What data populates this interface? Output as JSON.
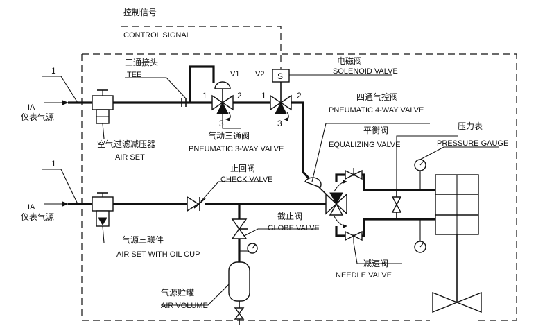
{
  "labels": {
    "control_signal_cn": "控制信号",
    "control_signal_en": "CONTROL SIGNAL",
    "line_num_top": "1",
    "line_num_bottom": "1",
    "ia_top": "IA",
    "ia_top_cn": "仪表气源",
    "ia_bottom": "IA",
    "ia_bottom_cn": "仪表气源",
    "tee_cn": "三通接头",
    "tee_en": "TEE",
    "v1": "V1",
    "v2": "V2",
    "solenoid_symbol": "S",
    "solenoid_cn": "电磁阀",
    "solenoid_en": "SOLENOID VALVE",
    "port1_a": "1",
    "port2_a": "2",
    "port3_a": "3",
    "port1_b": "1",
    "port2_b": "2",
    "port3_b": "3",
    "p3way_cn": "气动三通阀",
    "p3way_en": "PNEUMATIC 3-WAY VALVE",
    "air_set_cn": "空气过滤减压器",
    "air_set_en": "AIR SET",
    "p4way_cn": "四通气控阀",
    "p4way_en": "PNEUMATIC 4-WAY VALVE",
    "equalizing_cn": "平衡阀",
    "equalizing_en": "EQUALIZING VALVE",
    "pressure_cn": "压力表",
    "pressure_en": "PRESSURE GAUGE",
    "check_cn": "止回阀",
    "check_en": "CHECK VALVE",
    "globe_cn": "截止阀",
    "globe_en": "GLOBE VALVE",
    "oilcup_cn": "气源三联件",
    "oilcup_en": "AIR SET WITH OIL CUP",
    "needle_cn": "减速阀",
    "needle_en": "NEEDLE VALVE",
    "volume_cn": "气源贮罐",
    "volume_en": "AIR VOLUME"
  }
}
